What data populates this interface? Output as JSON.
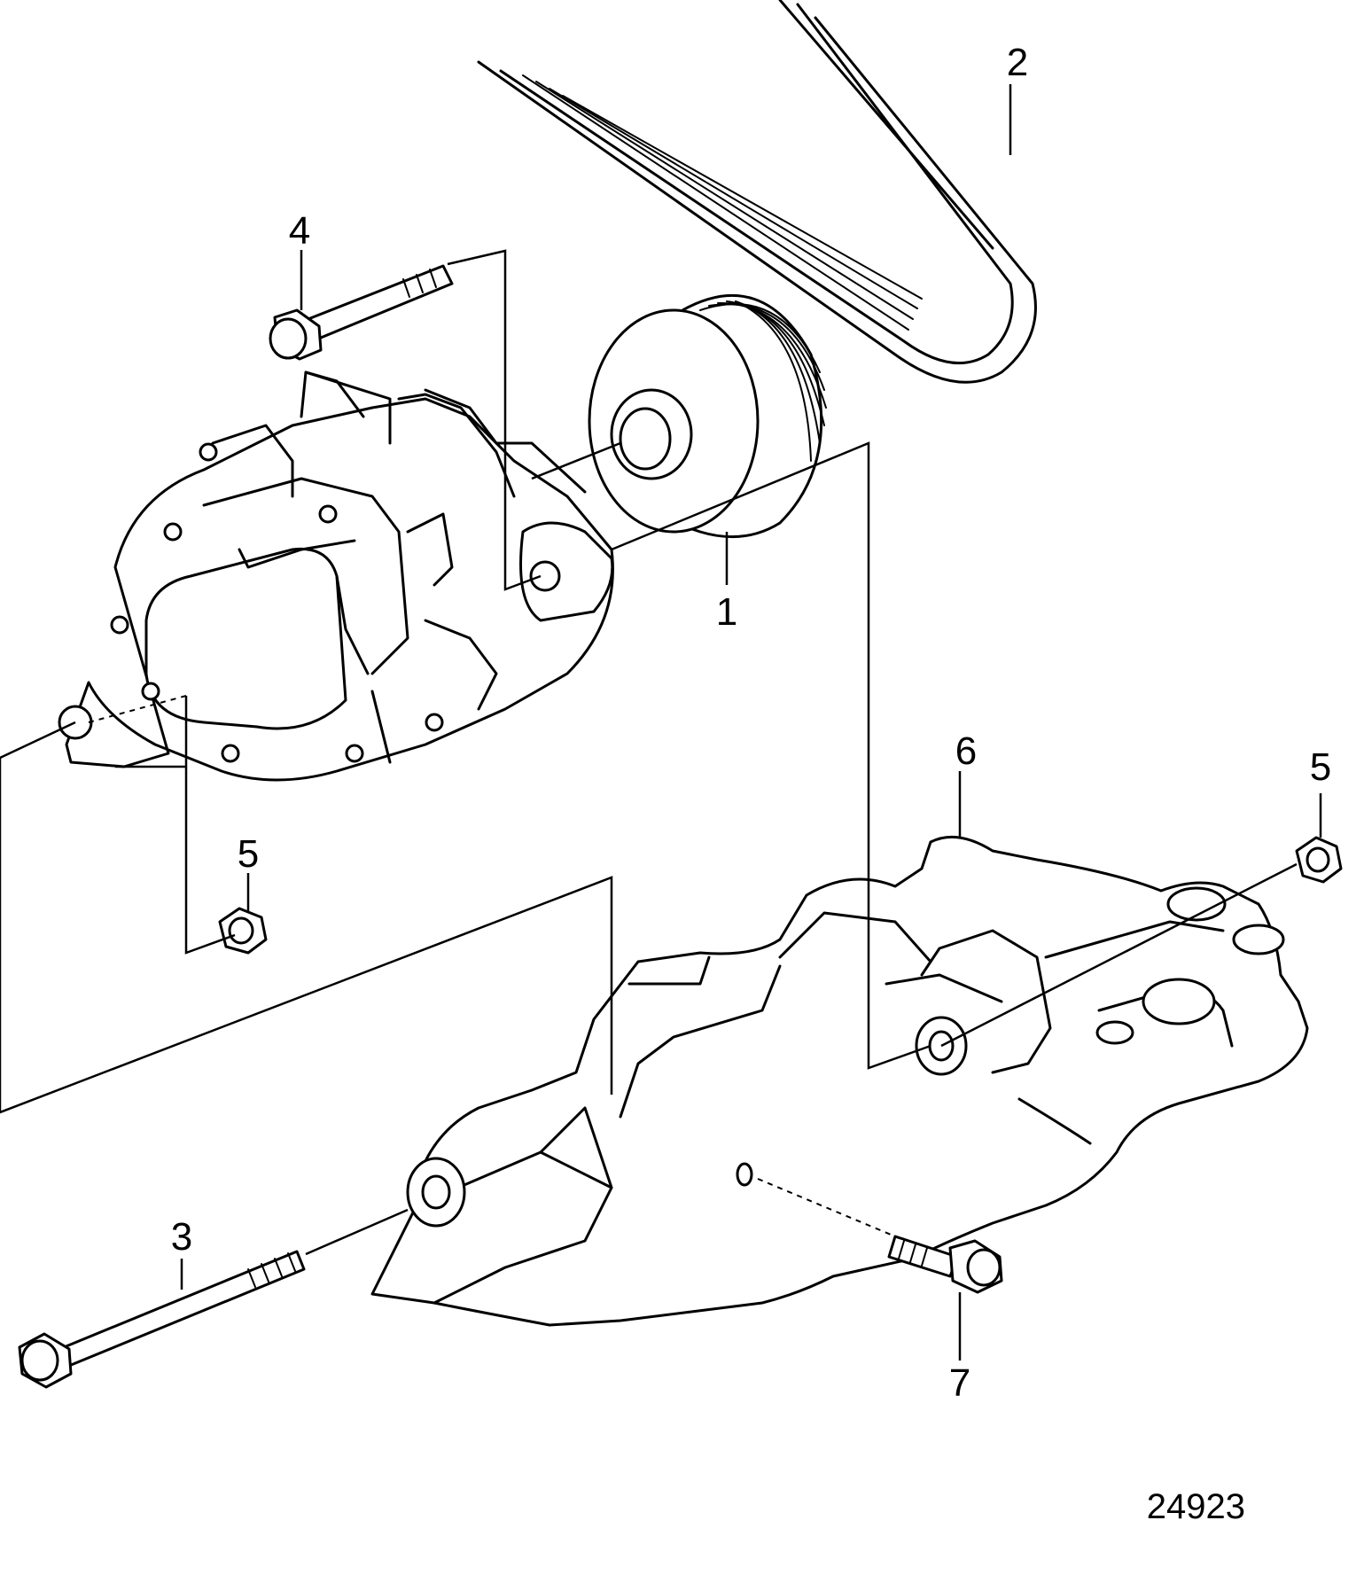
{
  "callouts": {
    "pulley": "1",
    "belt": "2",
    "long_bolt": "3",
    "upper_bolt": "4",
    "nut_left": "5",
    "nut_right": "5",
    "bracket": "6",
    "bracket_bolt": "7"
  },
  "figure_number": "24923"
}
